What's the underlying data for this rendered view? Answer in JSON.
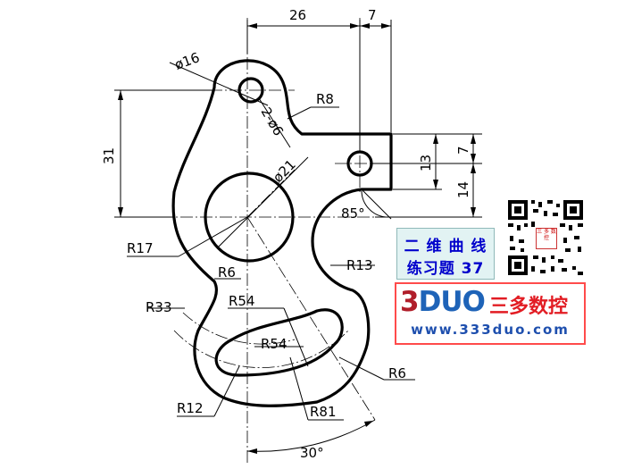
{
  "dimensions": {
    "top_26": "26",
    "top_7": "7",
    "dia16": "ø16",
    "r8": "R8",
    "hole_2x6": "2-ø6",
    "dia21": "ø21",
    "h31": "31",
    "v13": "13",
    "v7": "7",
    "v14": "14",
    "angle85": "85°",
    "r17": "R17",
    "r13": "R13",
    "r6_left": "R6",
    "r33": "R33",
    "r54_outer": "R54",
    "r54_inner": "R54",
    "r6_right": "R6",
    "r12": "R12",
    "r81": "R81",
    "angle30": "30°"
  },
  "title_box": {
    "line1": "二 维 曲 线",
    "line2_text": "练习题 ",
    "line2_num": "37"
  },
  "qr": {
    "badge": "三 多 数 控"
  },
  "brand": {
    "logo_3": "3",
    "logo_d": "D",
    "logo_u": "U",
    "logo_o": "O",
    "name": "三多数控",
    "url": "www.333duo.com"
  },
  "colors": {
    "title_text": "#0000cc",
    "title_bg": "#e2f3f3",
    "brand_border": "#ff4b4b",
    "brand_red": "#e21c23",
    "brand_blue": "#1e4fae"
  }
}
